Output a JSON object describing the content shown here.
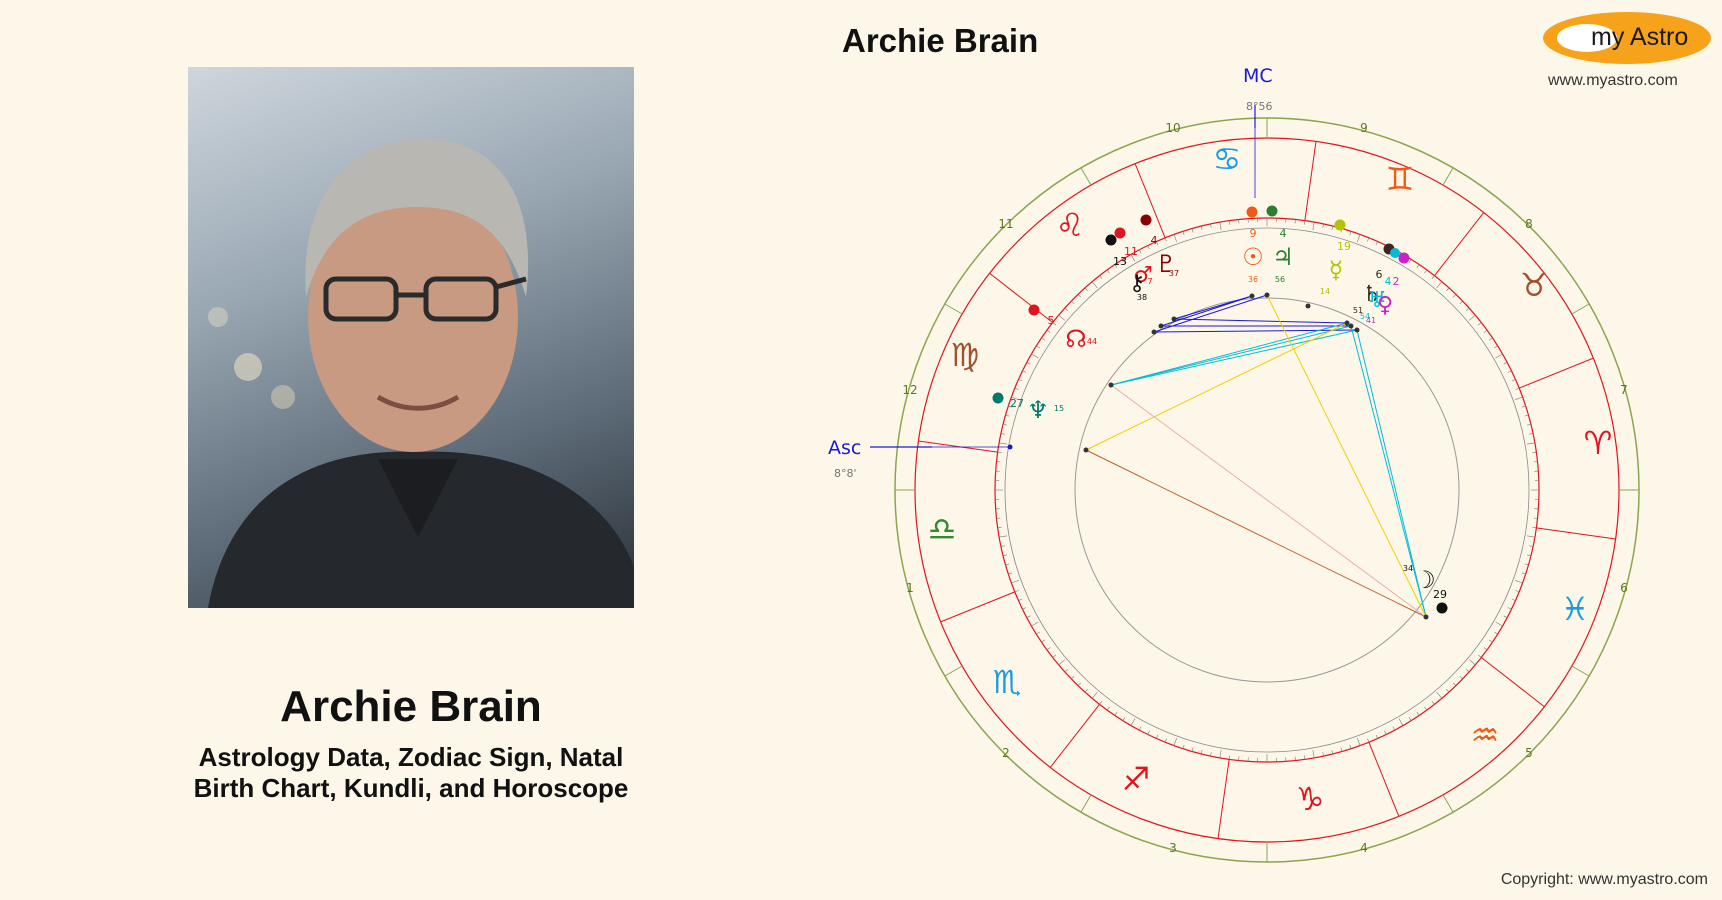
{
  "profile": {
    "name": "Archie Brain",
    "subtitle_line1": "Astrology Data, Zodiac Sign, Natal",
    "subtitle_line2": "Birth Chart, Kundli, and Horoscope"
  },
  "chart_title": "Archie Brain",
  "brand": {
    "logo_text": "my Astro",
    "url": "www.myastro.com",
    "copyright": "Copyright: www.myastro.com",
    "accent": "#f7a21b"
  },
  "natal_chart": {
    "angles": {
      "asc_label": "Asc",
      "asc_degree": "8°8'",
      "mc_label": "MC",
      "mc_degree": "8°56"
    },
    "house_numbers": [
      "1",
      "2",
      "3",
      "4",
      "5",
      "6",
      "7",
      "8",
      "9",
      "10",
      "11",
      "12"
    ],
    "signs": [
      {
        "name": "libra",
        "glyph": "♎",
        "color": "#2e8b2e"
      },
      {
        "name": "virgo",
        "glyph": "♍",
        "color": "#a0522d"
      },
      {
        "name": "leo",
        "glyph": "♌",
        "color": "#e0141e"
      },
      {
        "name": "cancer",
        "glyph": "♋",
        "color": "#1e9be0"
      },
      {
        "name": "gemini",
        "glyph": "♊",
        "color": "#f05a14"
      },
      {
        "name": "taurus",
        "glyph": "♉",
        "color": "#a0522d"
      },
      {
        "name": "aries",
        "glyph": "♈",
        "color": "#e0141e"
      },
      {
        "name": "pisces",
        "glyph": "♓",
        "color": "#1e9be0"
      },
      {
        "name": "aquarius",
        "glyph": "♒",
        "color": "#f05a14"
      },
      {
        "name": "capricorn",
        "glyph": "♑",
        "color": "#e0141e"
      },
      {
        "name": "sagittarius",
        "glyph": "♐",
        "color": "#e0141e"
      },
      {
        "name": "scorpio",
        "glyph": "♏",
        "color": "#1e9be0"
      }
    ],
    "planets": [
      {
        "name": "sun",
        "glyph": "☉",
        "deg": "9",
        "min": "36",
        "color": "#f05a14"
      },
      {
        "name": "jupiter",
        "glyph": "♃",
        "deg": "4",
        "min": "56",
        "color": "#2e7d32"
      },
      {
        "name": "mercury",
        "glyph": "☿",
        "deg": "19",
        "min": "14",
        "color": "#b5c400"
      },
      {
        "name": "saturn",
        "glyph": "♄",
        "deg": "6",
        "min": "51",
        "color": "#3e2723"
      },
      {
        "name": "uranus",
        "glyph": "♅",
        "deg": "4",
        "min": "54",
        "color": "#00bcd4"
      },
      {
        "name": "venus",
        "glyph": "♀",
        "deg": "2",
        "min": "41",
        "color": "#cc22cc"
      },
      {
        "name": "pluto",
        "glyph": "♇",
        "deg": "4",
        "min": "37",
        "color": "#8b0000"
      },
      {
        "name": "mars",
        "glyph": "♂",
        "deg": "11",
        "min": "7",
        "color": "#e0141e"
      },
      {
        "name": "chiron",
        "glyph": "⚷",
        "deg": "13",
        "min": "38",
        "color": "#111111"
      },
      {
        "name": "node",
        "glyph": "☊",
        "deg": "5",
        "min": "44",
        "color": "#e0141e"
      },
      {
        "name": "neptune",
        "glyph": "♆",
        "deg": "27",
        "min": "15",
        "color": "#00796b"
      },
      {
        "name": "moon",
        "glyph": "☽",
        "deg": "29",
        "min": "34",
        "color": "#111111"
      }
    ]
  }
}
